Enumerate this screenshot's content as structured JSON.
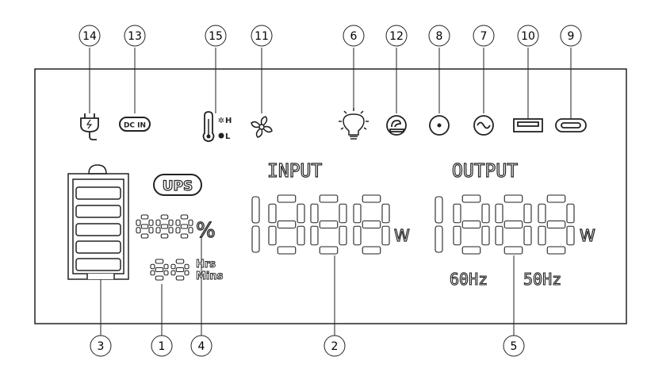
{
  "callouts": {
    "n1": "1",
    "n2": "2",
    "n3": "3",
    "n4": "4",
    "n5": "5",
    "n6": "6",
    "n7": "7",
    "n8": "8",
    "n9": "9",
    "n10": "10",
    "n11": "11",
    "n12": "12",
    "n13": "13",
    "n14": "14",
    "n15": "15"
  },
  "indicators": {
    "dc_in": "DC IN",
    "temp_high": "H",
    "temp_low": "L",
    "ups": "UPS"
  },
  "display": {
    "percent_unit": "%",
    "hrs": "Hrs",
    "mins": "Mins",
    "input_label": "INPUT",
    "output_label": "OUTPUT",
    "watt_unit_input": "W",
    "watt_unit_output": "W",
    "freq_60": "60Hz",
    "freq_50": "50Hz"
  }
}
